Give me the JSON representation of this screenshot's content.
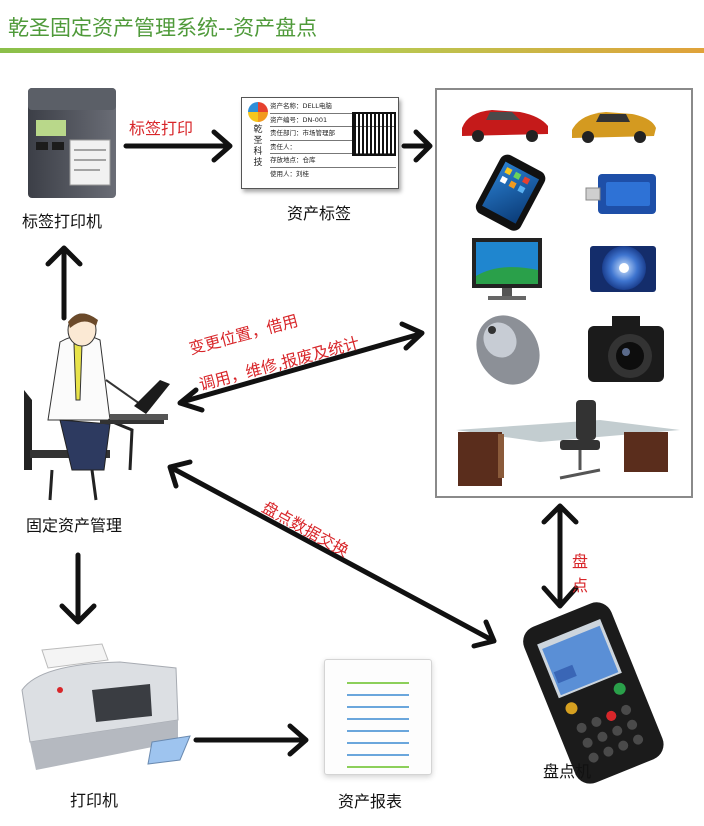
{
  "title": "乾圣固定资产管理系统--资产盘点",
  "labels": {
    "label_printer": "标签打印机",
    "asset_tag": "资产标签",
    "asset_mgmt": "固定资产管理",
    "printer": "打印机",
    "asset_report": "资产报表",
    "terminal": "盘点机"
  },
  "edges": {
    "print_label": "标签打印",
    "change_line1": "变更位置，借用",
    "change_line2": "调用，维修,报废及统计",
    "data_exchange": "盘点数据交换",
    "inventory_char1": "盘",
    "inventory_char2": "点"
  },
  "tag": {
    "company_chars": [
      "乾",
      "圣",
      "科",
      "技"
    ],
    "rows": [
      "资产名称：DELL电脑",
      "资产编号：DN-001",
      "责任部门：市场管理部",
      "责任人：",
      "存放地点：仓库",
      "使用人：刘桂"
    ]
  },
  "colors": {
    "title": "#4f9a3a",
    "edge_text": "#d8262a",
    "arrow": "#111111",
    "report_lines_green": "#8ccf5a",
    "report_lines_blue": "#6aa6dc"
  }
}
